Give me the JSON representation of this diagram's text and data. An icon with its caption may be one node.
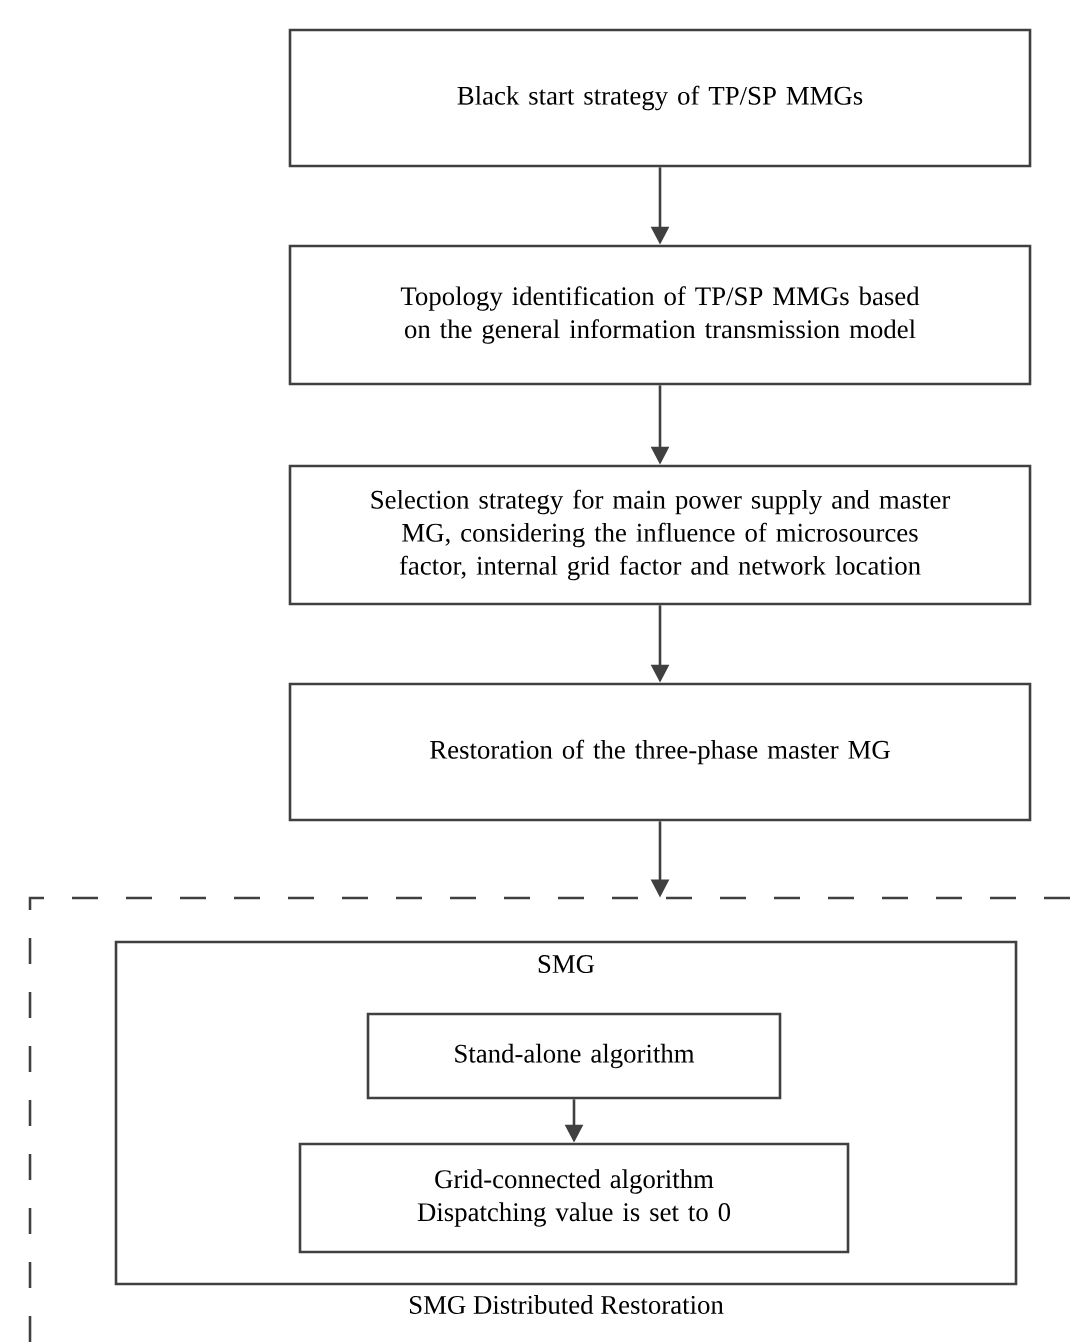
{
  "diagram": {
    "nodes": [
      {
        "text": [
          "Black start strategy of TP/SP MMGs"
        ]
      },
      {
        "text": [
          "Topology identification of TP/SP MMGs based on the general information transmission model"
        ]
      },
      {
        "text": [
          "Selection strategy for main power supply and master MG, considering the influence of microsources factor, internal grid factor and network location"
        ]
      },
      {
        "text": [
          "Restoration of the three-phase master MG"
        ]
      },
      {
        "text": [
          "SMG Distributed Restoration"
        ]
      },
      {
        "text": [
          "SMG"
        ],
        "in": 4
      },
      {
        "text": [
          "Stand-alone algorithm"
        ],
        "in": 5
      },
      {
        "text": [
          "Grid-connected algorithm",
          "Dispatching value is set to 0"
        ],
        "in": 5
      }
    ],
    "edges": [
      {
        "from": 0,
        "to": 1,
        "arrow": "to"
      },
      {
        "from": 1,
        "to": 2,
        "arrow": "to"
      },
      {
        "from": 2,
        "to": 3,
        "arrow": "to"
      },
      {
        "from": 3,
        "to": 4,
        "arrow": "to"
      },
      {
        "from": 6,
        "to": 7,
        "arrow": "to"
      }
    ]
  }
}
